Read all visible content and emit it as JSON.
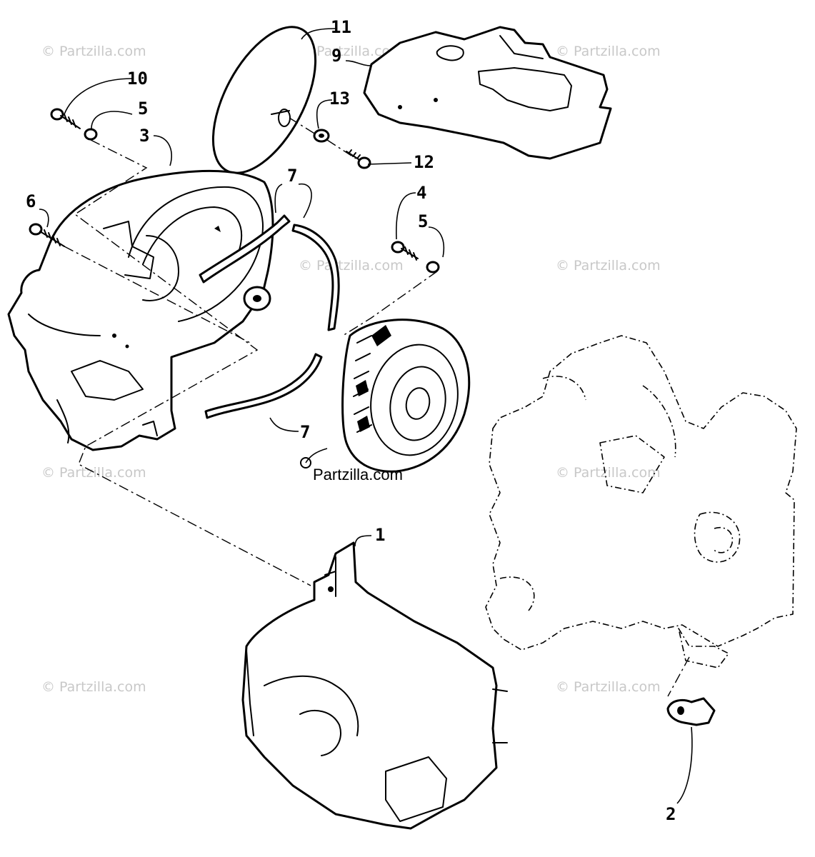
{
  "callouts": {
    "c1": "1",
    "c2": "2",
    "c3": "3",
    "c4": "4",
    "c5a": "5",
    "c5b": "5",
    "c6": "6",
    "c7a": "7",
    "c7b": "7",
    "c9": "9",
    "c10": "10",
    "c11": "11",
    "c12": "12",
    "c13": "13"
  },
  "watermark": {
    "text": "© Partzilla.com",
    "main_text": "Partzilla.com"
  }
}
